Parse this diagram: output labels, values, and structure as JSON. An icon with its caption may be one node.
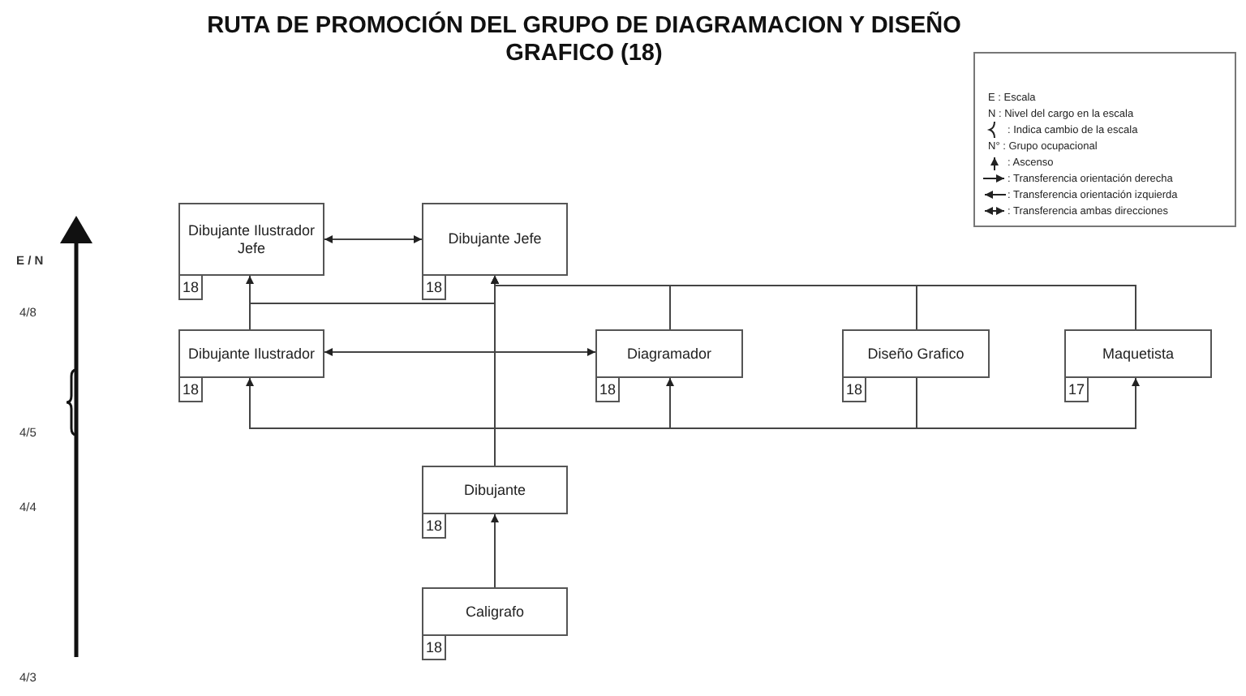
{
  "diagram": {
    "title": "RUTA DE PROMOCIÓN DEL GRUPO DE  DIAGRAMACION Y DISEÑO GRAFICO (18)",
    "nodes": [
      {
        "text": [
          "Dibujante Ilustrador Jefe"
        ]
      },
      {
        "text": [
          "Dibujante Jefe"
        ]
      },
      {
        "text": [
          "Dibujante Ilustrador"
        ]
      },
      {
        "text": [
          "Diagramador"
        ]
      },
      {
        "text": [
          "Diseño Grafico"
        ]
      },
      {
        "text": [
          "Maquetista"
        ]
      },
      {
        "text": [
          "Dibujante"
        ]
      },
      {
        "text": [
          "Caligrafo"
        ]
      },
      {
        "text": [
          "18"
        ]
      },
      {
        "text": [
          "18"
        ]
      },
      {
        "text": [
          "18"
        ]
      },
      {
        "text": [
          "18"
        ]
      },
      {
        "text": [
          "18"
        ]
      },
      {
        "text": [
          "17"
        ]
      },
      {
        "text": [
          "18"
        ]
      },
      {
        "text": [
          "18"
        ]
      }
    ],
    "edges": [
      {
        "from": 0,
        "to": 1,
        "arrow": "both"
      },
      {
        "from": 2,
        "to": 0,
        "arrow": "to"
      },
      {
        "from": 2,
        "to": 1,
        "arrow": "to"
      },
      {
        "from": 6,
        "to": 1,
        "arrow": "to"
      },
      {
        "from": 3,
        "to": 1,
        "arrow": "to"
      },
      {
        "from": 4,
        "to": 1,
        "arrow": "to"
      },
      {
        "from": 5,
        "to": 1,
        "arrow": "to"
      },
      {
        "from": 6,
        "to": 2,
        "arrow": "to"
      },
      {
        "from": 6,
        "to": 3,
        "arrow": "to"
      },
      {
        "from": 4,
        "to": 2,
        "arrow": "to"
      },
      {
        "from": 4,
        "to": 3,
        "arrow": "to"
      },
      {
        "from": 4,
        "to": 5,
        "arrow": "to"
      },
      {
        "from": 7,
        "to": 6,
        "arrow": "to"
      }
    ],
    "labels": [
      "E / N",
      "4/8",
      "4/5",
      "4/4",
      "4/3"
    ],
    "legend": [
      {
        "text": "E : Escala"
      },
      {
        "text": "N : Nivel del cargo en la escala"
      },
      {
        "text": ": Indica cambio de la escala"
      },
      {
        "text": "N° : Grupo ocupacional"
      },
      {
        "text": ": Ascenso"
      },
      {
        "text": ": Transferencia orientación derecha"
      },
      {
        "text": ": Transferencia orientación izquierda"
      },
      {
        "text": ": Transferencia ambas direcciones"
      }
    ]
  }
}
